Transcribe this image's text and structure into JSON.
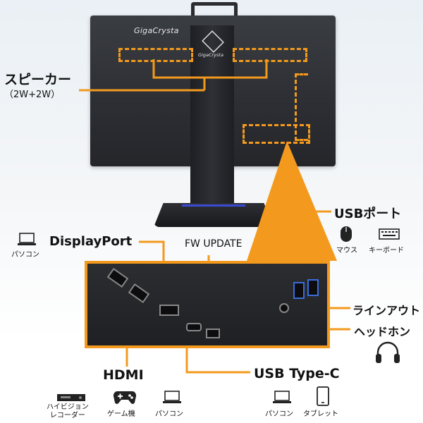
{
  "brand": {
    "name": "GigaCrysta",
    "emblem_text": "GigaCrysta"
  },
  "labels": {
    "speaker_title": "スピーカー",
    "speaker_spec": "（2W+2W）",
    "displayport": "DisplayPort",
    "fw_update": "FW UPDATE",
    "usb_port": "USBポート",
    "line_out": "ラインアウト",
    "headphone": "ヘッドホン",
    "hdmi": "HDMI",
    "usb_type_c": "USB Type-C"
  },
  "icons": {
    "pc_displayport": {
      "name": "laptop-icon",
      "label": "パソコン"
    },
    "mouse": {
      "name": "mouse-icon",
      "label": "マウス"
    },
    "keyboard": {
      "name": "keyboard-icon",
      "label": "キーボード"
    },
    "headphones": {
      "name": "headphones-icon",
      "label": ""
    },
    "hivision_recorder": {
      "name": "recorder-icon",
      "label": "ハイビジョン\nレコーダー"
    },
    "game_console": {
      "name": "gamepad-icon",
      "label": "ゲーム機"
    },
    "pc_hdmi": {
      "name": "laptop-icon",
      "label": "パソコン"
    },
    "pc_usbc": {
      "name": "laptop-icon",
      "label": "パソコン"
    },
    "tablet": {
      "name": "tablet-icon",
      "label": "タブレット"
    }
  },
  "colors": {
    "accent_orange": "#f39a1e",
    "monitor_dark": "#2c2e33",
    "stand_blue": "#3b4bd6"
  }
}
